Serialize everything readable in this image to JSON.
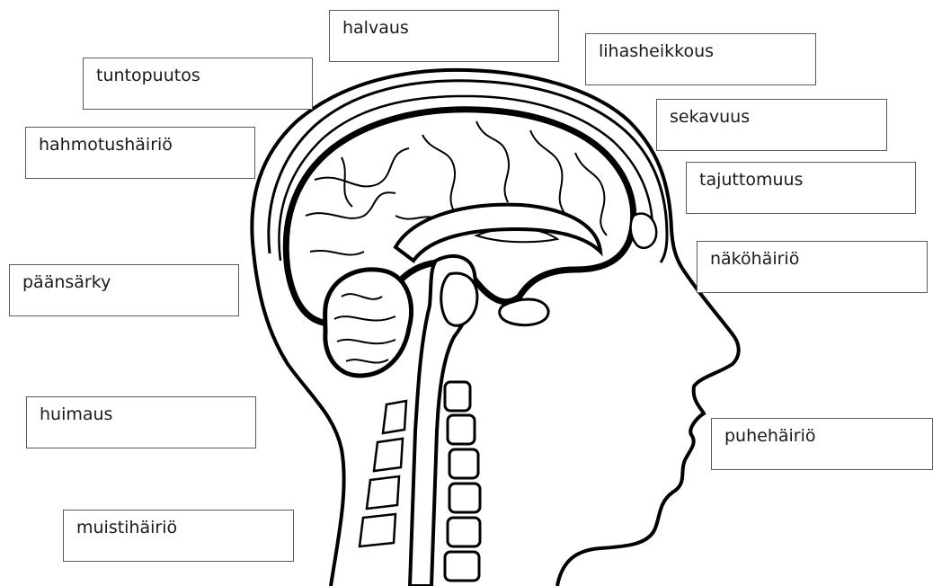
{
  "labels": [
    {
      "id": "halvaus",
      "text": "halvaus"
    },
    {
      "id": "lihasheikkous",
      "text": "lihasheikkous"
    },
    {
      "id": "tuntopuutos",
      "text": "tuntopuutos"
    },
    {
      "id": "sekavuus",
      "text": "sekavuus"
    },
    {
      "id": "hahmotushairio",
      "text": "hahmotushäiriö"
    },
    {
      "id": "tajuttomuus",
      "text": "tajuttomuus"
    },
    {
      "id": "nakohairio",
      "text": "näköhäiriö"
    },
    {
      "id": "paansarky",
      "text": "päänsärky"
    },
    {
      "id": "huimaus",
      "text": "huimaus"
    },
    {
      "id": "puhehairio",
      "text": "puhehäiriö"
    },
    {
      "id": "muistihairio",
      "text": "muistihäiriö"
    }
  ],
  "colors": {
    "line": "#000000",
    "box_border": "#5a5a5a",
    "text": "#1a1a1a"
  }
}
